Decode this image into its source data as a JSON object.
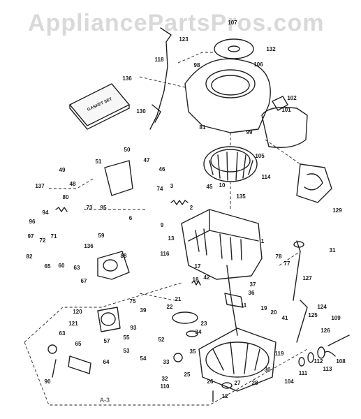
{
  "watermark": "AppliancePartsPros.com",
  "diagram_label": "A-3",
  "gasket_set_label": "GASKET SET",
  "callouts": [
    "107",
    "123",
    "132",
    "118",
    "106",
    "98",
    "136",
    "130",
    "102",
    "101",
    "81",
    "99",
    "50",
    "47",
    "49",
    "48",
    "46",
    "51",
    "105",
    "114",
    "137",
    "80",
    "95",
    "73",
    "74",
    "3",
    "2",
    "10",
    "45",
    "135",
    "94",
    "96",
    "97",
    "72",
    "71",
    "6",
    "9",
    "59",
    "82",
    "65",
    "60",
    "63",
    "136",
    "88",
    "13",
    "116",
    "67",
    "129",
    "1",
    "31",
    "78",
    "77",
    "37",
    "36",
    "127",
    "124",
    "126",
    "17",
    "21",
    "22",
    "42",
    "18",
    "19",
    "20",
    "41",
    "11",
    "125",
    "120",
    "121",
    "75",
    "39",
    "93",
    "55",
    "53",
    "54",
    "57",
    "52",
    "23",
    "34",
    "35",
    "33",
    "32",
    "110",
    "25",
    "26",
    "27",
    "28",
    "30",
    "12",
    "109",
    "108",
    "113",
    "112",
    "111",
    "104",
    "119",
    "64",
    "63",
    "65",
    "90"
  ]
}
